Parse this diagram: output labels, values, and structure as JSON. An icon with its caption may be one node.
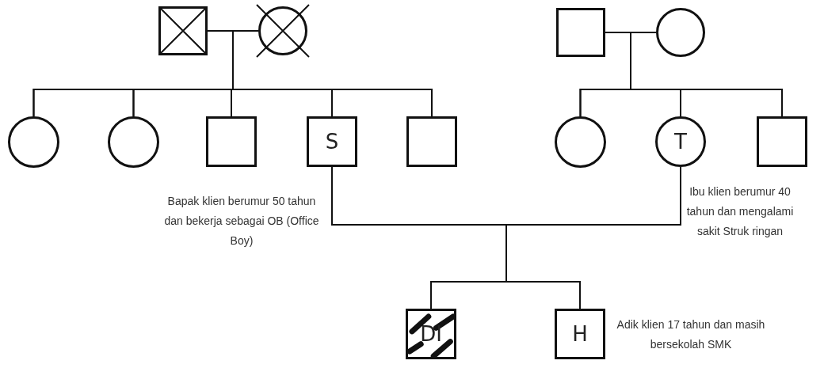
{
  "diagram": {
    "nodes": [
      {
        "text": [],
        "shape": "box"
      },
      {
        "text": [],
        "shape": "circle"
      },
      {
        "text": [],
        "shape": "circle"
      },
      {
        "text": [],
        "shape": "circle"
      },
      {
        "text": [],
        "shape": "box"
      },
      {
        "text": [
          "S"
        ],
        "beside": [
          "Bapak klien berumur 50 tahun dan bekerja sebagai OB (Office Boy)"
        ]
      },
      {
        "text": [],
        "shape": "box"
      },
      {
        "text": [],
        "shape": "box"
      },
      {
        "text": [],
        "shape": "circle"
      },
      {
        "text": [],
        "shape": "circle"
      },
      {
        "text": [
          "T"
        ],
        "beside": [
          "Ibu klien berumur 40 tahun dan mengalami sakit Struk ringan"
        ]
      },
      {
        "text": [],
        "shape": "box"
      },
      {
        "text": [
          "DI"
        ]
      },
      {
        "text": [
          "H"
        ],
        "beside": [
          "Adik klien 17 tahun dan masih bersekolah SMK"
        ]
      }
    ],
    "edges": [
      {
        "from": 0,
        "to": 1,
        "arrow": "none"
      },
      {
        "from": 0,
        "to": 2,
        "arrow": "none"
      },
      {
        "from": 0,
        "to": 3,
        "arrow": "none"
      },
      {
        "from": 0,
        "to": 4,
        "arrow": "none"
      },
      {
        "from": 0,
        "to": 5,
        "arrow": "none"
      },
      {
        "from": 0,
        "to": 6,
        "arrow": "none"
      },
      {
        "from": 1,
        "to": 2,
        "arrow": "none"
      },
      {
        "from": 1,
        "to": 3,
        "arrow": "none"
      },
      {
        "from": 1,
        "to": 4,
        "arrow": "none"
      },
      {
        "from": 1,
        "to": 5,
        "arrow": "none"
      },
      {
        "from": 1,
        "to": 6,
        "arrow": "none"
      },
      {
        "from": 7,
        "to": 8,
        "arrow": "none"
      },
      {
        "from": 7,
        "to": 9,
        "arrow": "none"
      },
      {
        "from": 7,
        "to": 10,
        "arrow": "none"
      },
      {
        "from": 7,
        "to": 11,
        "arrow": "none"
      },
      {
        "from": 8,
        "to": 9,
        "arrow": "none"
      },
      {
        "from": 8,
        "to": 10,
        "arrow": "none"
      },
      {
        "from": 8,
        "to": 11,
        "arrow": "none"
      },
      {
        "from": 5,
        "to": 10,
        "arrow": "none"
      },
      {
        "from": 5,
        "to": 12,
        "arrow": "none"
      },
      {
        "from": 5,
        "to": 13,
        "arrow": "none"
      },
      {
        "from": 10,
        "to": 12,
        "arrow": "none"
      },
      {
        "from": 10,
        "to": 13,
        "arrow": "none"
      }
    ]
  }
}
